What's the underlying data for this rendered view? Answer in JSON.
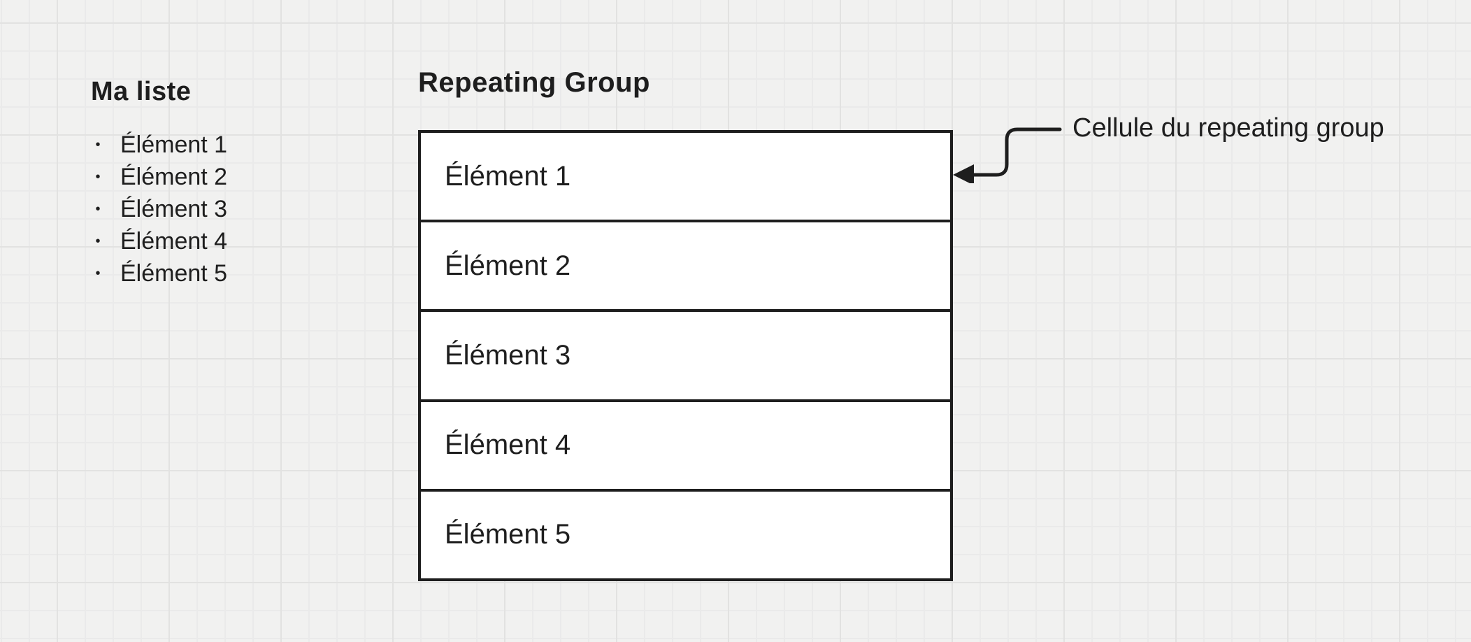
{
  "colors": {
    "background": "#f1f1f0",
    "grid_minor": "#eaeaea",
    "grid_major": "#e2e2e1",
    "text": "#1e1e1e",
    "shape_stroke": "#1e1e1e",
    "cell_fill": "#ffffff"
  },
  "ma_liste": {
    "title": "Ma liste",
    "bullet": "•",
    "items": [
      "Élément 1",
      "Élément 2",
      "Élément 3",
      "Élément 4",
      "Élément 5"
    ]
  },
  "repeating_group": {
    "title": "Repeating Group",
    "cells": [
      "Élément 1",
      "Élément 2",
      "Élément 3",
      "Élément 4",
      "Élément 5"
    ]
  },
  "callout": {
    "label": "Cellule du repeating group"
  }
}
